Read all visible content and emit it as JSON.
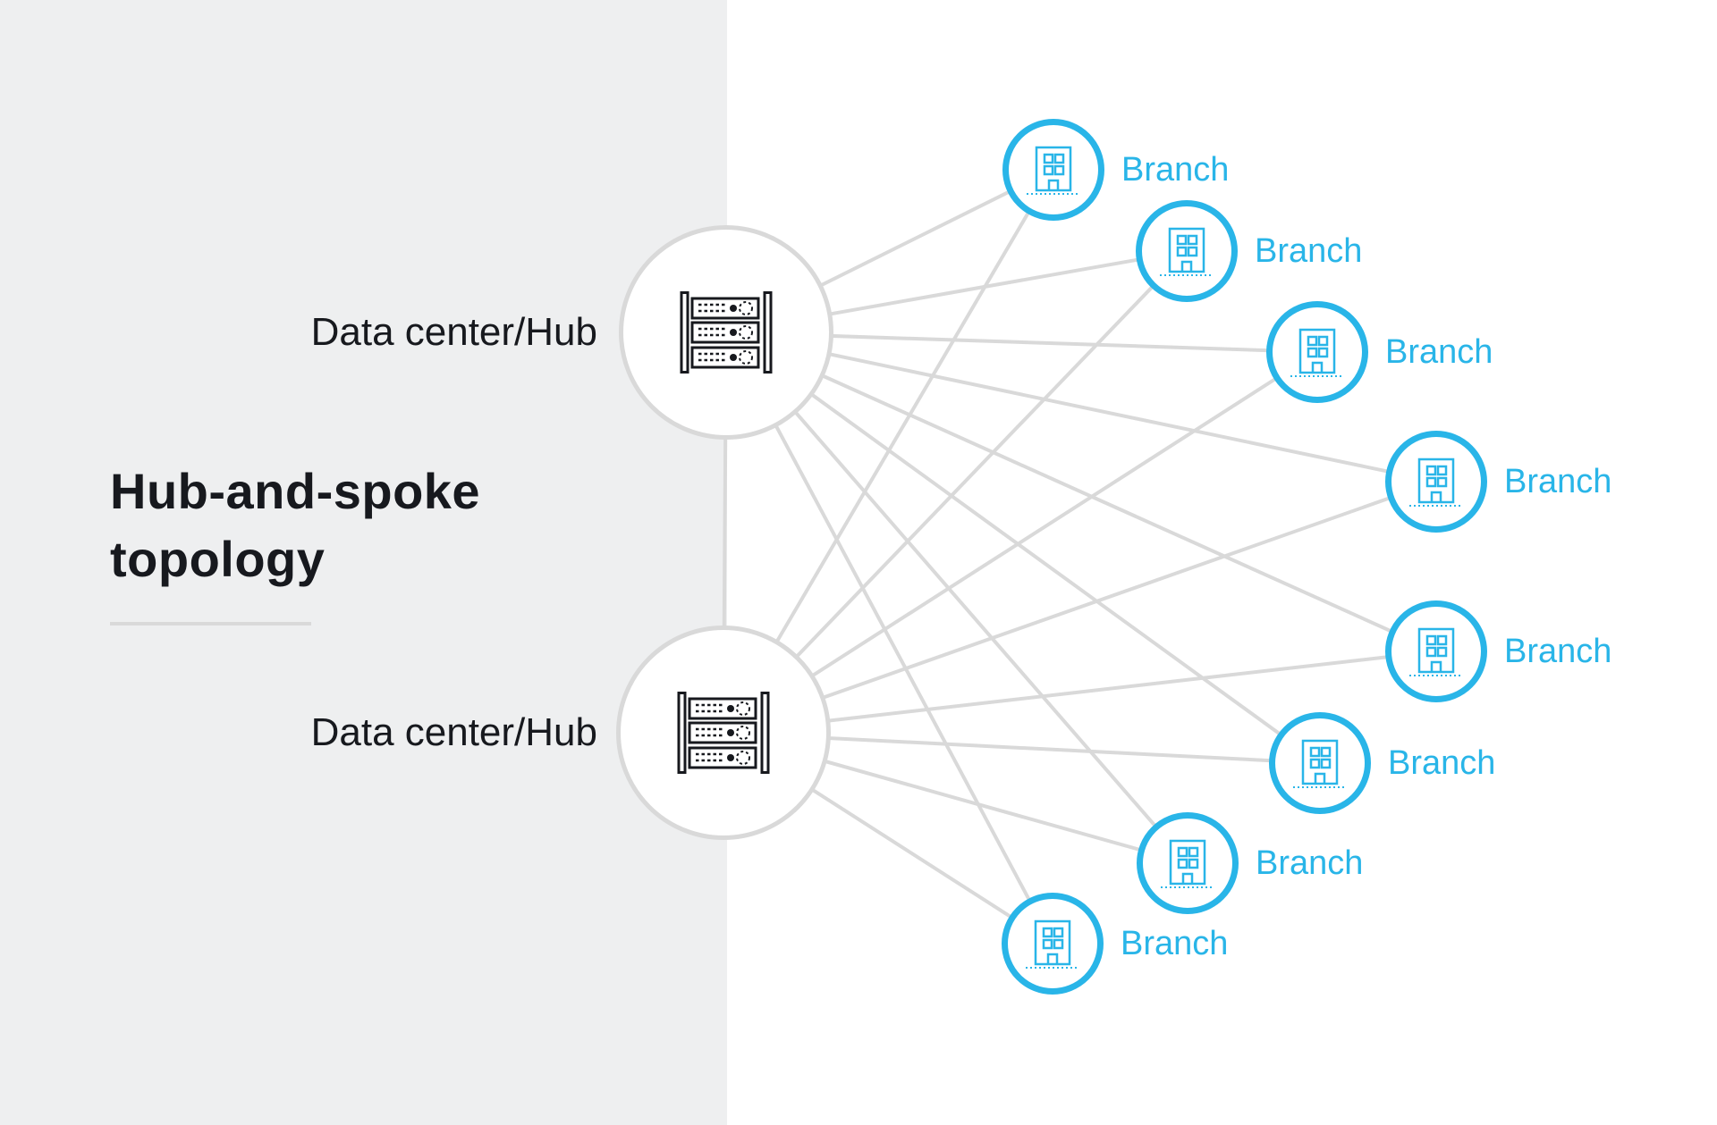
{
  "diagram": {
    "title": {
      "line1": "Hub-and-spoke",
      "line2": "topology"
    },
    "hubs": [
      {
        "id": "hub-0",
        "label": "Data center/Hub",
        "icon": "server-rack-icon"
      },
      {
        "id": "hub-1",
        "label": "Data center/Hub",
        "icon": "server-rack-icon"
      }
    ],
    "branches": [
      {
        "id": "branch-0",
        "label": "Branch",
        "icon": "office-building-icon"
      },
      {
        "id": "branch-1",
        "label": "Branch",
        "icon": "office-building-icon"
      },
      {
        "id": "branch-2",
        "label": "Branch",
        "icon": "office-building-icon"
      },
      {
        "id": "branch-3",
        "label": "Branch",
        "icon": "office-building-icon"
      },
      {
        "id": "branch-4",
        "label": "Branch",
        "icon": "office-building-icon"
      },
      {
        "id": "branch-5",
        "label": "Branch",
        "icon": "office-building-icon"
      },
      {
        "id": "branch-6",
        "label": "Branch",
        "icon": "office-building-icon"
      },
      {
        "id": "branch-7",
        "label": "Branch",
        "icon": "office-building-icon"
      }
    ],
    "edges": [
      [
        "hub-0",
        "branch-0"
      ],
      [
        "hub-0",
        "branch-1"
      ],
      [
        "hub-0",
        "branch-2"
      ],
      [
        "hub-0",
        "branch-3"
      ],
      [
        "hub-0",
        "branch-4"
      ],
      [
        "hub-0",
        "branch-5"
      ],
      [
        "hub-0",
        "branch-6"
      ],
      [
        "hub-0",
        "branch-7"
      ],
      [
        "hub-1",
        "branch-0"
      ],
      [
        "hub-1",
        "branch-1"
      ],
      [
        "hub-1",
        "branch-2"
      ],
      [
        "hub-1",
        "branch-3"
      ],
      [
        "hub-1",
        "branch-4"
      ],
      [
        "hub-1",
        "branch-5"
      ],
      [
        "hub-1",
        "branch-6"
      ],
      [
        "hub-1",
        "branch-7"
      ],
      [
        "hub-0",
        "hub-1"
      ]
    ],
    "colors": {
      "branch_accent": "#29b5e8",
      "link_gray": "#d9d9d9",
      "panel_gray": "#eeeff0",
      "text": "#17191e"
    }
  }
}
